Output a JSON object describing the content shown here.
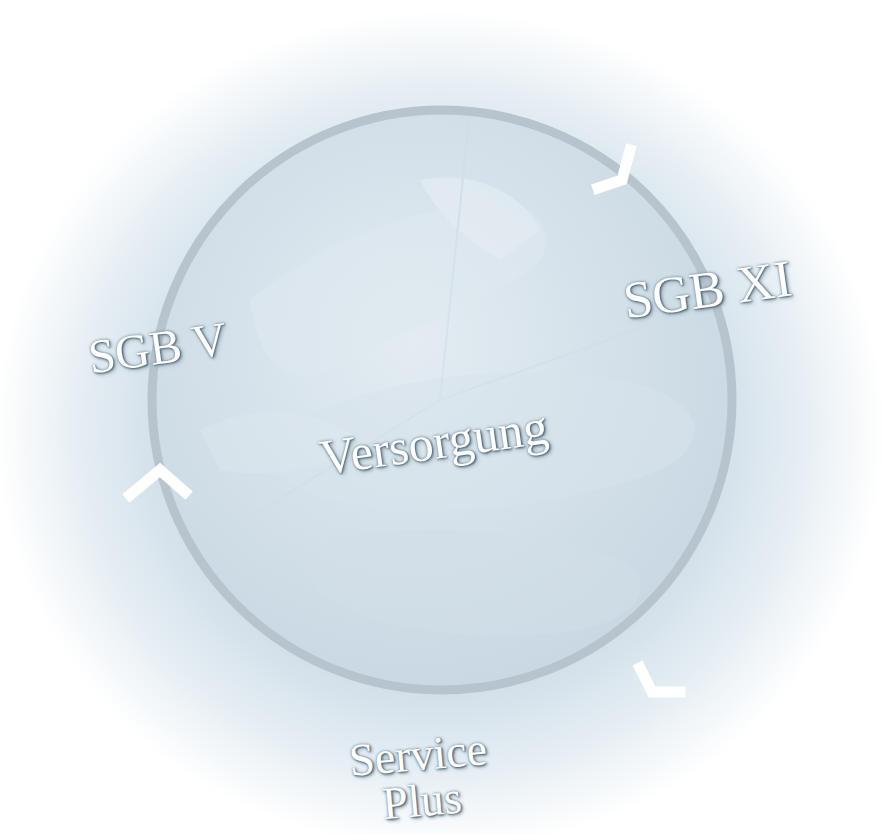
{
  "diagram": {
    "nodes": [
      {
        "text": [
          "Versorgung"
        ]
      }
    ],
    "labels": [
      "SGB V",
      "SGB XI",
      "Service Plus"
    ]
  }
}
